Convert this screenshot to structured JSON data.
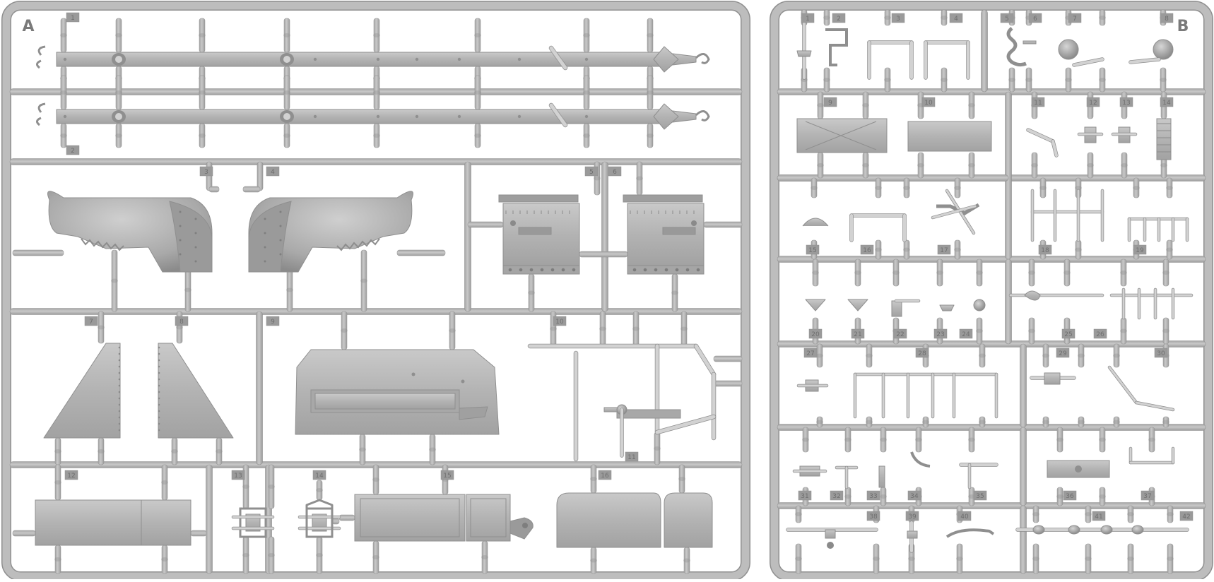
{
  "sprues": [
    {
      "letter": "A",
      "parts": [
        "1",
        "2",
        "3",
        "4",
        "5",
        "6",
        "7",
        "8",
        "9",
        "10",
        "11",
        "12",
        "13",
        "14",
        "15",
        "16"
      ]
    },
    {
      "letter": "B",
      "parts": [
        "1",
        "2",
        "3",
        "4",
        "5",
        "6",
        "7",
        "8",
        "9",
        "10",
        "11",
        "12",
        "13",
        "14",
        "15",
        "16",
        "17",
        "18",
        "19",
        "20",
        "21",
        "22",
        "23",
        "24",
        "25",
        "26",
        "27",
        "28",
        "29",
        "30",
        "31",
        "32",
        "33",
        "34",
        "35",
        "36",
        "37",
        "38",
        "39",
        "40",
        "41",
        "42"
      ]
    }
  ],
  "colors": {
    "plastic": "#b3b3b3",
    "plastic_dark": "#8f8f8f",
    "plastic_light": "#d2d2d2",
    "tag": "#9a9a9a",
    "tag_text": "#6e6e6e",
    "background": "#ffffff"
  }
}
